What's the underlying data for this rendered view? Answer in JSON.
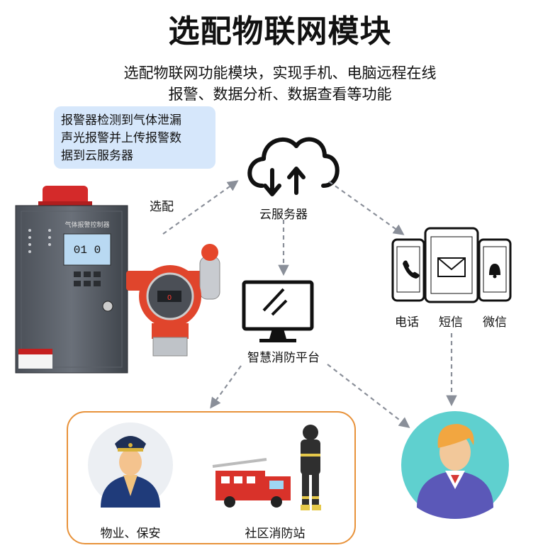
{
  "title": "选配物联网模块",
  "subtitle_lines": [
    "选配物联网功能模块，实现手机、电脑远程在线",
    "报警、数据分析、数据查看等功能"
  ],
  "note_lines": [
    "报警器检测到气体泄漏",
    "声光报警并上传报警数",
    "据到云服务器"
  ],
  "labels": {
    "optional": "选配",
    "cloud": "云服务器",
    "phone_call": "电话",
    "sms": "短信",
    "wechat": "微信",
    "platform": "智慧消防平台",
    "property": "物业、保安",
    "fire_station": "社区消防站"
  },
  "device": {
    "panel_title": "气体报警控制器",
    "display_value": "0 1 0"
  },
  "colors": {
    "note_bg": "#d6e7fb",
    "box_border": "#e8923a",
    "arrow": "#8a8f99",
    "user_circle": "#5fd0cf",
    "guard_circle": "#eceff3"
  },
  "icons": [
    "cloud-icon",
    "phone-icon",
    "mail-icon",
    "bell-icon",
    "monitor-icon",
    "security-guard-icon",
    "fire-truck-icon",
    "firefighter-icon",
    "user-avatar-icon",
    "gas-controller-device",
    "gas-detector-device"
  ]
}
